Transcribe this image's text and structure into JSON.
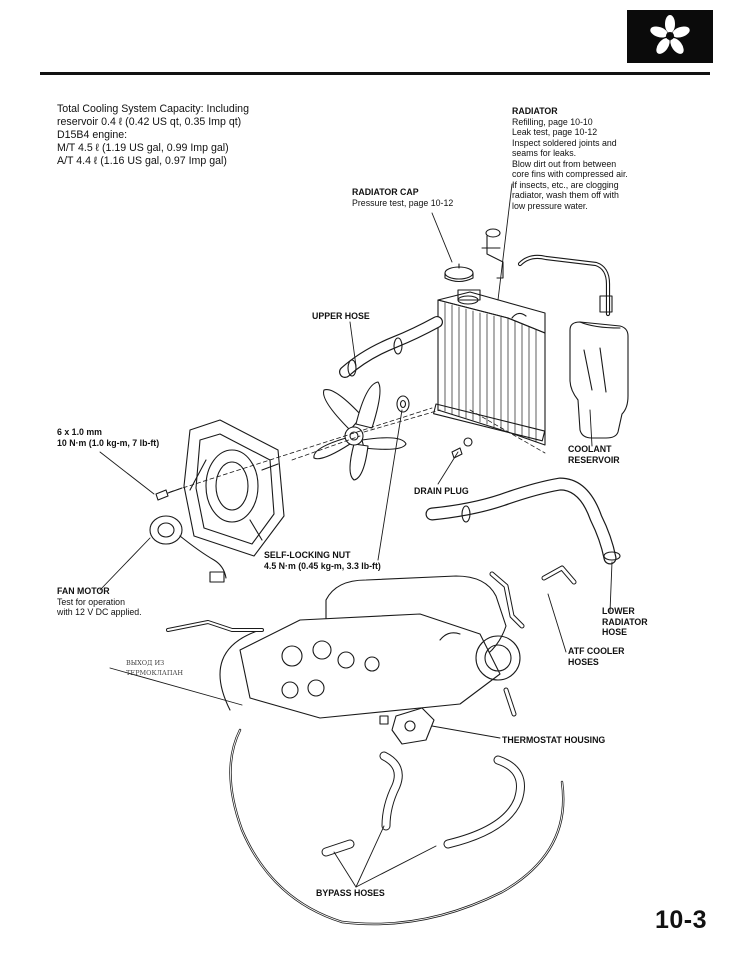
{
  "capacity": {
    "lines": [
      "Total Cooling System Capacity: Including",
      "reservoir 0.4 ℓ (0.42 US qt, 0.35 Imp qt)",
      "D15B4 engine:",
      "M/T 4.5 ℓ (1.19 US gal, 0.99 Imp gal)",
      "A/T 4.4 ℓ (1.16 US gal, 0.97 Imp gal)"
    ]
  },
  "labels": {
    "radiator": {
      "title": "RADIATOR",
      "lines": [
        "Refilling, page 10-10",
        "Leak test, page 10-12",
        "Inspect soldered joints and",
        "seams for leaks.",
        "Blow dirt out from between",
        "core fins with compressed air.",
        "If insects, etc., are clogging",
        "radiator, wash them off with",
        "low pressure water."
      ]
    },
    "radiator_cap": {
      "title": "RADIATOR CAP",
      "lines": [
        "Pressure test, page 10-12"
      ]
    },
    "upper_hose": {
      "title": "UPPER HOSE"
    },
    "bolt": {
      "title": "6 x 1.0 mm",
      "lines": [
        "10 N·m (1.0 kg-m, 7 lb-ft)"
      ]
    },
    "coolant_reservoir": {
      "title": "COOLANT",
      "title2": "RESERVOIR"
    },
    "drain_plug": {
      "title": "DRAIN PLUG"
    },
    "self_locking_nut": {
      "title": "SELF-LOCKING NUT",
      "lines": [
        "4.5 N·m (0.45 kg-m, 3.3 lb-ft)"
      ]
    },
    "fan_motor": {
      "title": "FAN MOTOR",
      "lines": [
        "Test for operation",
        "with 12 V DC applied."
      ]
    },
    "lower_radiator_hose": {
      "lines": [
        "LOWER",
        "RADIATOR",
        "HOSE"
      ]
    },
    "atf_cooler_hoses": {
      "lines": [
        "ATF COOLER",
        "HOSES"
      ]
    },
    "thermostat_housing": {
      "title": "THERMOSTAT HOUSING"
    },
    "bypass_hoses": {
      "title": "BYPASS HOSES"
    },
    "handwritten_note": {
      "lines": [
        "ВЫХОД ИЗ",
        "ТЕРМОКЛАПАН"
      ]
    }
  },
  "page_number": "10-3",
  "icon": "fan-section-icon"
}
